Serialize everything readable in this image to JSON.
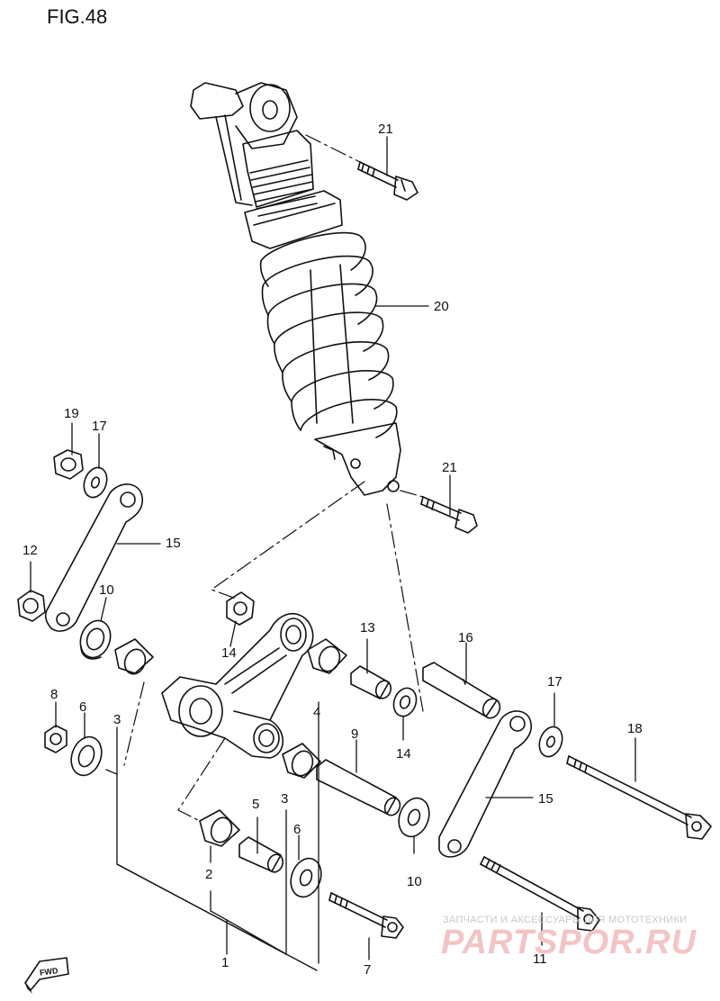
{
  "figure": {
    "title": "FIG.48"
  },
  "callouts": [
    "21",
    "20",
    "21",
    "19",
    "17",
    "15",
    "12",
    "10",
    "14",
    "13",
    "16",
    "8",
    "6",
    "3",
    "4",
    "9",
    "14",
    "17",
    "18",
    "15",
    "5",
    "3",
    "6",
    "2",
    "10",
    "11",
    "1",
    "7"
  ],
  "fwd_badge": "FWD",
  "watermark": {
    "tagline": "ЗАПЧАСТИ И АКСЕССУАРЫ ДЛЯ МОТОТЕХНИКИ",
    "brand": "PARTSPOR.RU"
  }
}
